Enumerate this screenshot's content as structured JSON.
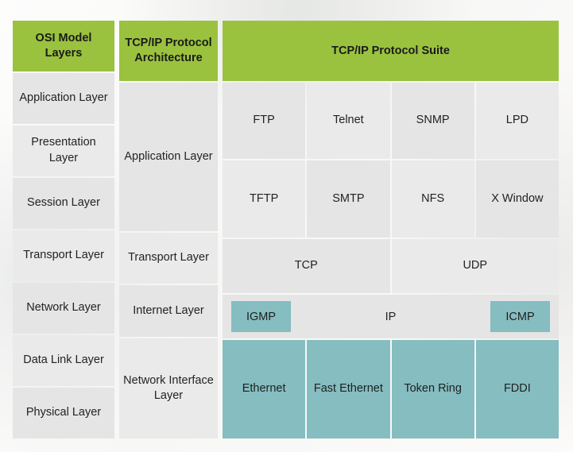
{
  "diagram": {
    "columns": {
      "osi": {
        "header": "OSI Model Layers",
        "layers": [
          "Application Layer",
          "Presentation Layer",
          "Session Layer",
          "Transport Layer",
          "Network Layer",
          "Data Link Layer",
          "Physical Layer"
        ]
      },
      "architecture": {
        "header": "TCP/IP Protocol Architecture",
        "layers": [
          "Application Layer",
          "Transport Layer",
          "Internet Layer",
          "Network Interface Layer"
        ]
      },
      "suite": {
        "header": "TCP/IP Protocol Suite",
        "application_row_1": [
          "FTP",
          "Telnet",
          "SNMP",
          "LPD"
        ],
        "application_row_2": [
          "TFTP",
          "SMTP",
          "NFS",
          "X Window"
        ],
        "transport_row": [
          "TCP",
          "UDP"
        ],
        "internet_row": {
          "left_chip": "IGMP",
          "center": "IP",
          "right_chip": "ICMP"
        },
        "link_row": [
          "Ethernet",
          "Fast Ethernet",
          "Token Ring",
          "FDDI"
        ]
      }
    }
  },
  "colors": {
    "header_green": "#9ac23f",
    "cell_grey": "#e4e5e4",
    "cell_grey_alt": "#e9eae9",
    "highlight_teal": "#85bdc1",
    "text": "#232323",
    "background": "#fbfbfa"
  }
}
